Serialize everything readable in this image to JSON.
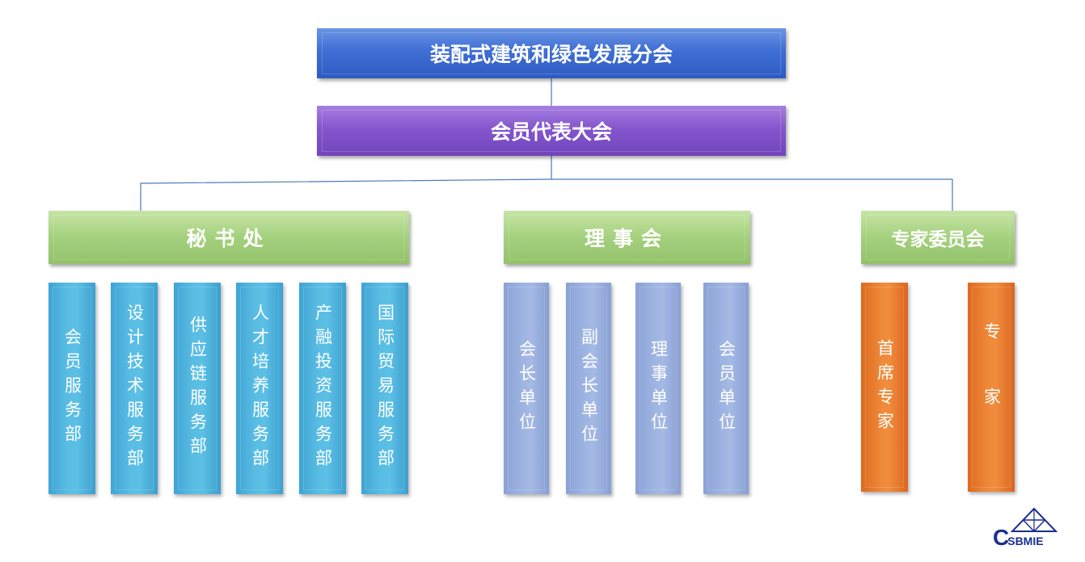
{
  "top_box": "装配式建筑和绿色发展分会",
  "assembly_box": "会员代表大会",
  "branches": {
    "secretariat": {
      "label": "秘书处",
      "departments": [
        "会员服务部",
        "设计技术服务部",
        "供应链服务部",
        "人才培养服务部",
        "产融投资服务部",
        "国际贸易服务部"
      ]
    },
    "council": {
      "label": "理事会",
      "units": [
        "会长单位",
        "副会长单位",
        "理事单位",
        "会员单位"
      ]
    },
    "expert_committee": {
      "label": "专家委员会",
      "members": [
        "首席专家",
        "专家"
      ]
    }
  },
  "logo": {
    "c": "C",
    "rest": "SBMIE"
  },
  "colors": {
    "top": "#3f6ed4",
    "assembly": "#8456cd",
    "branch": "#a4d07d",
    "secretariat_dept": "#58bce3",
    "council_unit": "#9fb5e2",
    "expert": "#ef8a3a",
    "connector": "#4a7ab8",
    "logo": "#1b2f8f"
  }
}
